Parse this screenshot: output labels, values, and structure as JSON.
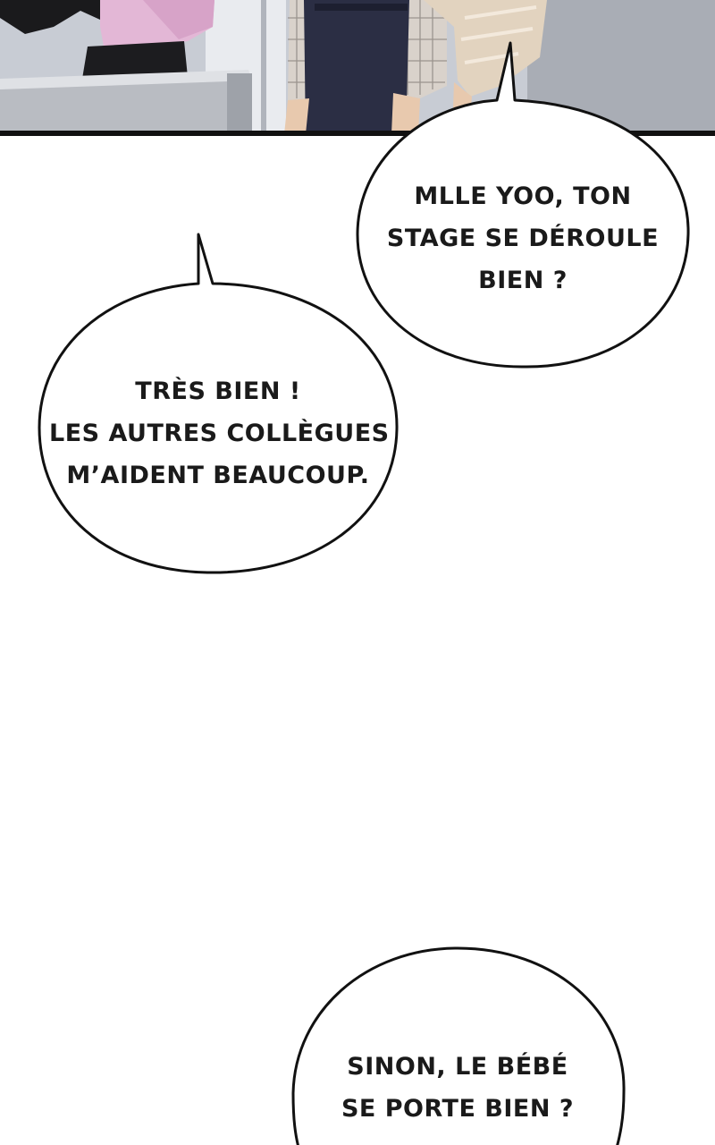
{
  "panel_top": {
    "colors": {
      "wall": "#c8ccd4",
      "window": "#e9ebef",
      "desk": "#b9bcc2",
      "pink_blouse": "#e3b7d6",
      "dark_hair": "#1a1a1c",
      "plaid_shirt": "#d9d2cb",
      "navy_pants": "#2b2e44",
      "beige_coat": "#e2d3bf",
      "panel_border": "#111111"
    }
  },
  "bubbles": [
    {
      "id": "question-internship",
      "lines": [
        "MLLE YOO, TON",
        "STAGE SE DÉROULE",
        "BIEN ?"
      ]
    },
    {
      "id": "answer-colleagues",
      "lines": [
        "TRÈS BIEN !",
        "LES AUTRES COLLÈGUES",
        "M’AIDENT BEAUCOUP."
      ]
    },
    {
      "id": "question-baby",
      "lines": [
        "SINON, LE BÉBÉ",
        "SE PORTE BIEN ?"
      ]
    }
  ]
}
